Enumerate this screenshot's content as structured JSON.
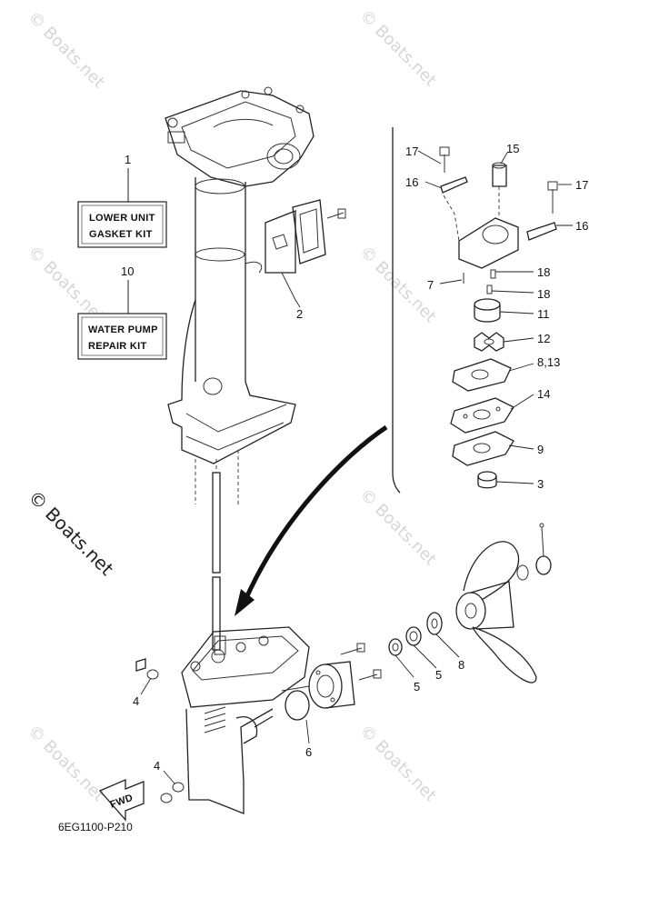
{
  "kits": {
    "lower_unit": {
      "num": "1",
      "line1": "LOWER UNIT",
      "line2": "GASKET KIT"
    },
    "water_pump": {
      "num": "10",
      "line1": "WATER PUMP",
      "line2": "REPAIR KIT"
    }
  },
  "callouts": {
    "c2": "2",
    "c3": "3",
    "c4a": "4",
    "c4b": "4",
    "c5a": "5",
    "c5b": "5",
    "c6": "6",
    "c7": "7",
    "c8": "8",
    "c813": "8,13",
    "c9": "9",
    "c11": "11",
    "c12": "12",
    "c14": "14",
    "c15": "15",
    "c16a": "16",
    "c16b": "16",
    "c17a": "17",
    "c17b": "17",
    "c18a": "18",
    "c18b": "18"
  },
  "fwd_label": "FWD",
  "diagram_code": "6EG1100-P210",
  "watermark": {
    "main": "© Boats.net",
    "faint": "© Boats.net"
  }
}
